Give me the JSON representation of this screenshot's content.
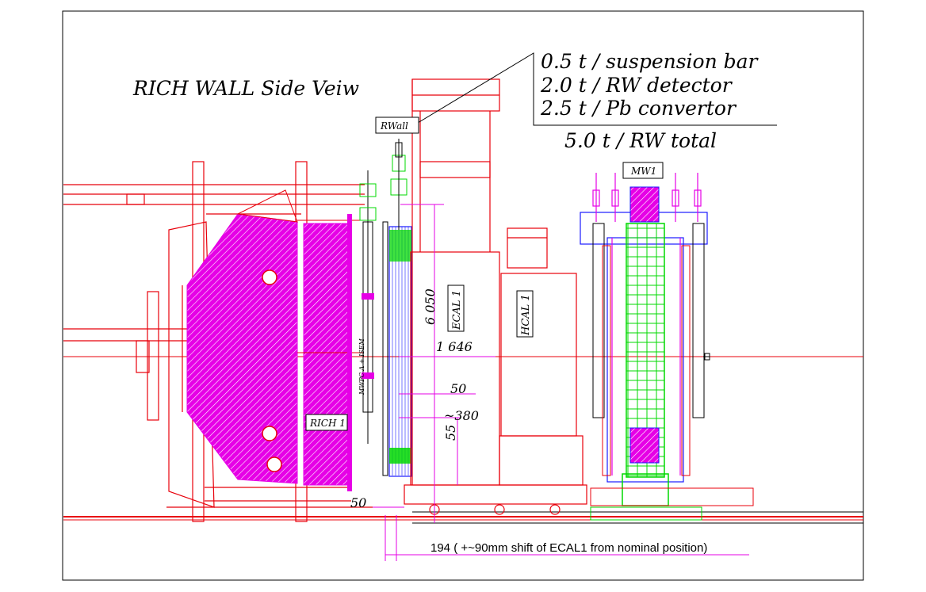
{
  "title": "RICH WALL Side Veiw",
  "weights": {
    "line1": "0.5 t /  suspension bar",
    "line2": "2.0 t /  RW detector",
    "line3": "2.5 t /  Pb convertor",
    "total": "5.0 t /  RW total"
  },
  "labels": {
    "rwall": "RWall",
    "mw1": "MW1",
    "ecal1": "ECAL 1",
    "hcal1": "HCAL 1",
    "rich1": "RICH 1",
    "mwpc": "MWPC Λ + ISEM"
  },
  "dimensions": {
    "d6050": "6 050",
    "d1646": "1 646",
    "d50a": "50",
    "d380": "~380",
    "d55": "55",
    "d50b": "50",
    "footer": "194  (  +~90mm  shift  of  ECAL1  from  nominal  position)"
  },
  "colors": {
    "red": "#e8000b",
    "magenta": "#e600e6",
    "green": "#00d800",
    "blue": "#1a1aff",
    "black": "#000000"
  }
}
